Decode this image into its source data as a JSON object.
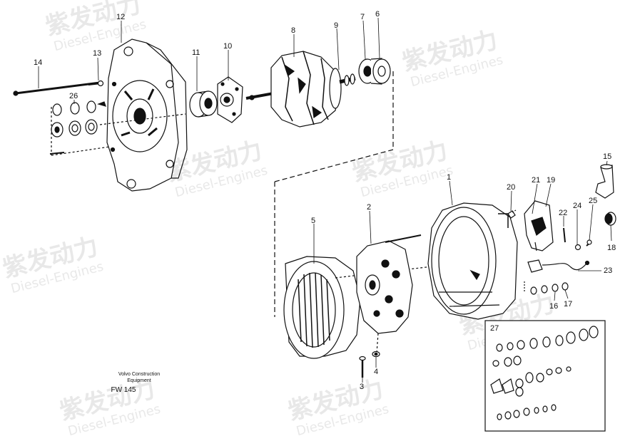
{
  "watermark": {
    "brand_cn": "紫发动力",
    "brand_en": "Diesel-Engines"
  },
  "caption": {
    "line1": "Volvo Construction",
    "line2": "Equipment",
    "code": "FW 145"
  },
  "callouts": [
    {
      "id": "c1",
      "label": "1"
    },
    {
      "id": "c2",
      "label": "2"
    },
    {
      "id": "c3",
      "label": "3"
    },
    {
      "id": "c4",
      "label": "4"
    },
    {
      "id": "c5",
      "label": "5"
    },
    {
      "id": "c6",
      "label": "6"
    },
    {
      "id": "c7",
      "label": "7"
    },
    {
      "id": "c8",
      "label": "8"
    },
    {
      "id": "c9",
      "label": "9"
    },
    {
      "id": "c10",
      "label": "10"
    },
    {
      "id": "c11",
      "label": "11"
    },
    {
      "id": "c12",
      "label": "12"
    },
    {
      "id": "c13",
      "label": "13"
    },
    {
      "id": "c14",
      "label": "14"
    },
    {
      "id": "c15",
      "label": "15"
    },
    {
      "id": "c16",
      "label": "16"
    },
    {
      "id": "c17",
      "label": "17"
    },
    {
      "id": "c18",
      "label": "18"
    },
    {
      "id": "c19",
      "label": "19"
    },
    {
      "id": "c20",
      "label": "20"
    },
    {
      "id": "c21",
      "label": "21"
    },
    {
      "id": "c22",
      "label": "22"
    },
    {
      "id": "c23",
      "label": "23"
    },
    {
      "id": "c24",
      "label": "24"
    },
    {
      "id": "c25",
      "label": "25"
    },
    {
      "id": "c26",
      "label": "26"
    },
    {
      "id": "c27",
      "label": "27"
    }
  ]
}
